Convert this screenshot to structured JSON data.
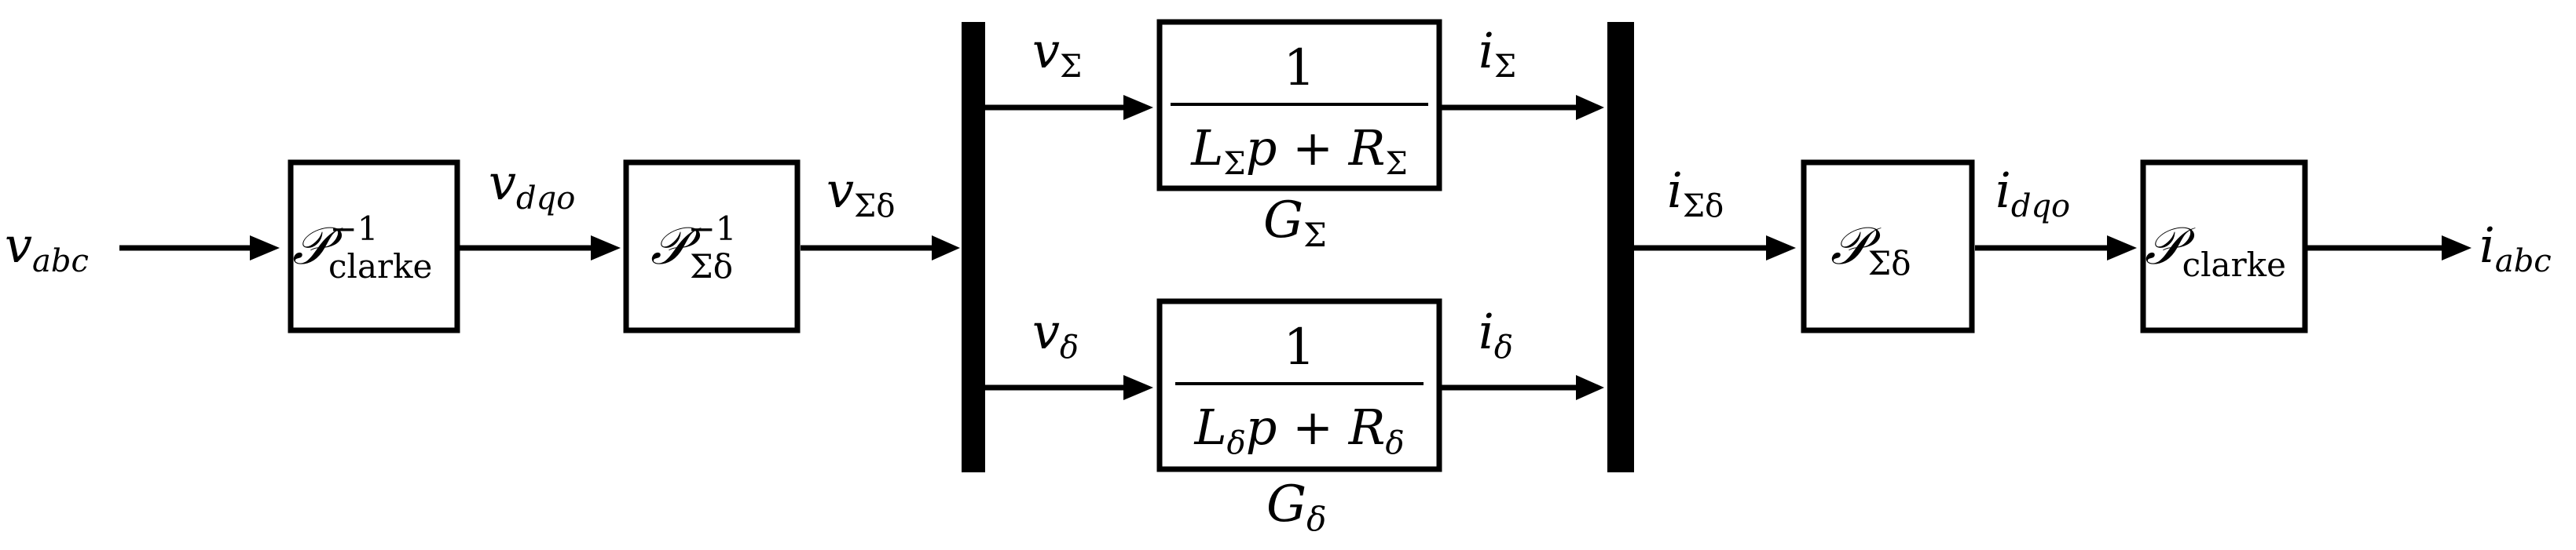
{
  "diagram": {
    "signals": {
      "v_abc": {
        "main": "v",
        "sub": "abc",
        "sub_italic": true
      },
      "v_dqo": {
        "main": "v",
        "sub": "dqo",
        "sub_italic": true
      },
      "v_sd": {
        "main": "v",
        "sub": "Σδ",
        "sub_italic": false
      },
      "v_sigma": {
        "main": "v",
        "sub": "Σ",
        "sub_italic": false
      },
      "v_delta": {
        "main": "v",
        "sub": "δ",
        "sub_italic": true
      },
      "i_sigma": {
        "main": "i",
        "sub": "Σ",
        "sub_italic": false
      },
      "i_delta": {
        "main": "i",
        "sub": "δ",
        "sub_italic": true
      },
      "i_sd": {
        "main": "i",
        "sub": "Σδ",
        "sub_italic": false
      },
      "i_dqo": {
        "main": "i",
        "sub": "dqo",
        "sub_italic": true
      },
      "i_abc": {
        "main": "i",
        "sub": "abc",
        "sub_italic": true
      }
    },
    "blocks": {
      "inv_clarke": {
        "symbol": "𝒫",
        "sup": "−1",
        "sub": "clarke"
      },
      "inv_sd": {
        "symbol": "𝒫",
        "sup": "−1",
        "sub": "Σδ"
      },
      "g_sigma": {
        "numerator": "1",
        "den_L": "L",
        "den_L_sub": "Σ",
        "den_mid": "p + ",
        "den_R": "R",
        "den_R_sub": "Σ",
        "name": "G",
        "name_sub": "Σ"
      },
      "g_delta": {
        "numerator": "1",
        "den_L": "L",
        "den_L_sub": "δ",
        "den_mid": "p + ",
        "den_R": "R",
        "den_R_sub": "δ",
        "name": "G",
        "name_sub": "δ"
      },
      "p_sd": {
        "symbol": "𝒫",
        "sub": "Σδ"
      },
      "p_clarke": {
        "symbol": "𝒫",
        "sub": "clarke"
      }
    }
  }
}
